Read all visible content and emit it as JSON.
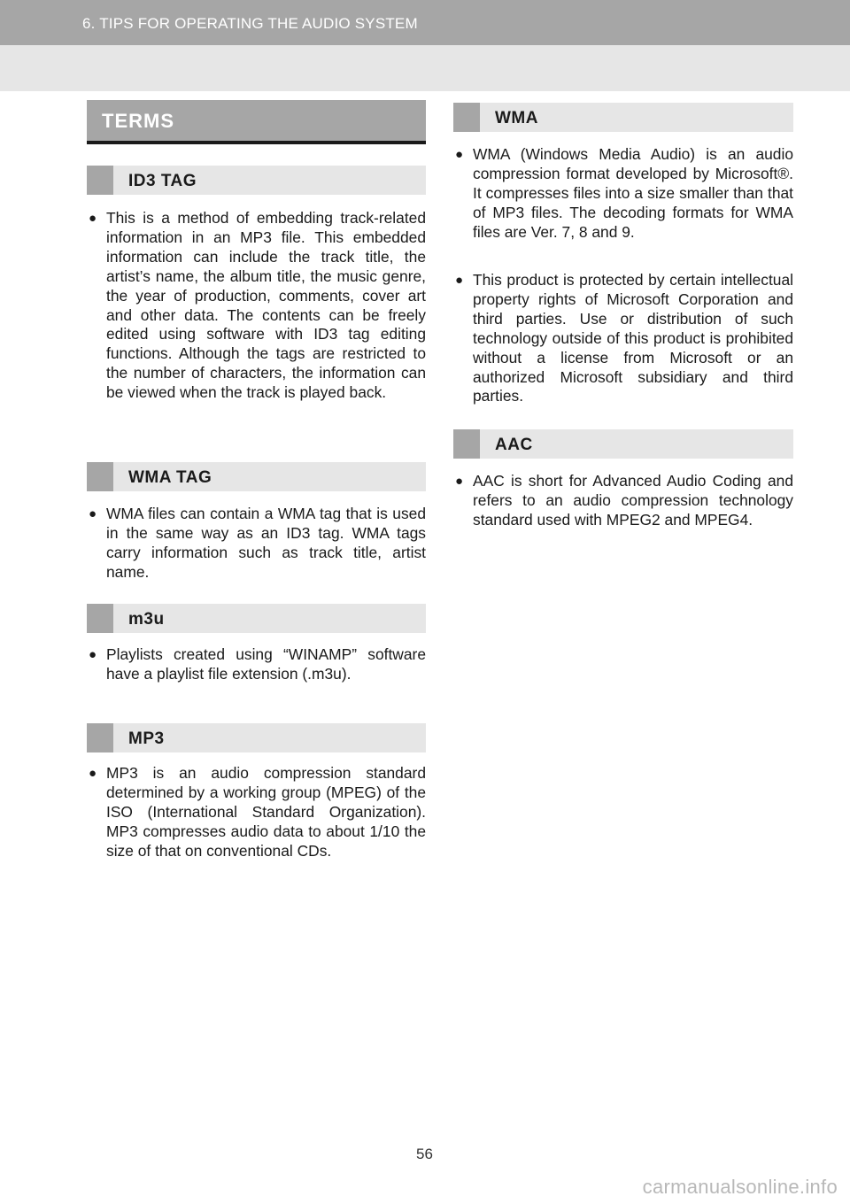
{
  "header": {
    "title": "6. TIPS FOR OPERATING THE AUDIO SYSTEM"
  },
  "terms": {
    "title": "TERMS"
  },
  "sections": {
    "id3": {
      "heading": "ID3 TAG",
      "bullet": "●",
      "text": "This is a method of embedding track-related information in an MP3 file. This embedded information can include the track title, the artist’s name, the album title, the music genre, the year of production, comments, cover art and other data. The contents can be freely edited using software with ID3 tag editing functions. Although the tags are restricted to the number of characters, the information can be viewed when the track is played back."
    },
    "wma_tag": {
      "heading": "WMA TAG",
      "bullet": "●",
      "text": "WMA files can contain a WMA tag that is used in the same way as an ID3 tag. WMA tags carry information such as track title, artist name."
    },
    "m3u": {
      "heading": "m3u",
      "bullet": "●",
      "text": "Playlists created using “WINAMP” software have a playlist file extension (.m3u)."
    },
    "mp3": {
      "heading": "MP3",
      "bullet": "●",
      "text": "MP3 is an audio compression standard determined by a working group (MPEG) of the ISO (International Standard Organization). MP3 compresses audio data to about 1/10 the size of that on conventional CDs."
    },
    "wma": {
      "heading": "WMA",
      "bullet": "●",
      "text1": "WMA (Windows Media Audio) is an audio compression format developed by Microsoft®. It compresses files into a size smaller than that of MP3 files. The decoding formats for WMA files are Ver. 7, 8 and 9.",
      "text2": "This product is protected by certain intellectual property rights of Microsoft Corporation and third parties. Use or distribution of such technology outside of this product is prohibited without a license from Microsoft or an authorized Microsoft subsidiary and third parties."
    },
    "aac": {
      "heading": "AAC",
      "bullet": "●",
      "text": "AAC is short for Advanced Audio Coding and refers to an audio compression technology standard used with MPEG2 and MPEG4."
    }
  },
  "footer": {
    "page_number": "56",
    "watermark": "carmanualsonline.info"
  }
}
